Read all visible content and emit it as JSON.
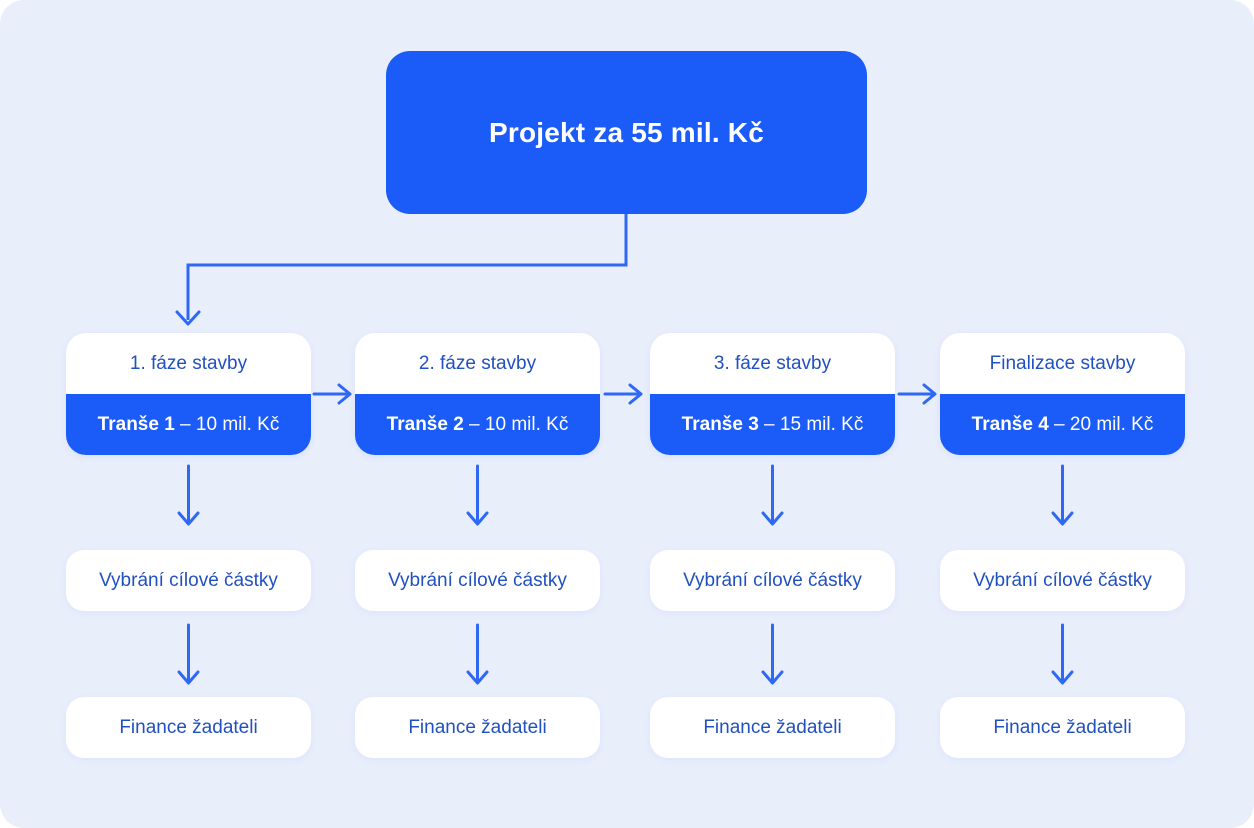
{
  "colors": {
    "board_background": "#e9eefb",
    "outer_background": "#ffffff",
    "primary_blue": "#1b5cf8",
    "arrow_blue": "#2e68f5",
    "text_blue": "#2150c0",
    "card_white": "#ffffff"
  },
  "root": {
    "title": "Projekt za 55 mil. Kč"
  },
  "columns": [
    {
      "phase": "1. fáze stavby",
      "tranche_bold": "Tranše 1",
      "tranche_rest": " – 10 mil. Kč",
      "step1": "Vybrání cílové částky",
      "step2": "Finance žadateli"
    },
    {
      "phase": "2. fáze stavby",
      "tranche_bold": "Tranše 2",
      "tranche_rest": " – 10 mil. Kč",
      "step1": "Vybrání cílové částky",
      "step2": "Finance žadateli"
    },
    {
      "phase": "3. fáze stavby",
      "tranche_bold": "Tranše 3",
      "tranche_rest": " – 15 mil. Kč",
      "step1": "Vybrání cílové částky",
      "step2": "Finance žadateli"
    },
    {
      "phase": "Finalizace stavby",
      "tranche_bold": "Tranše 4",
      "tranche_rest": " – 20 mil. Kč",
      "step1": "Vybrání cílové částky",
      "step2": "Finance žadateli"
    }
  ]
}
